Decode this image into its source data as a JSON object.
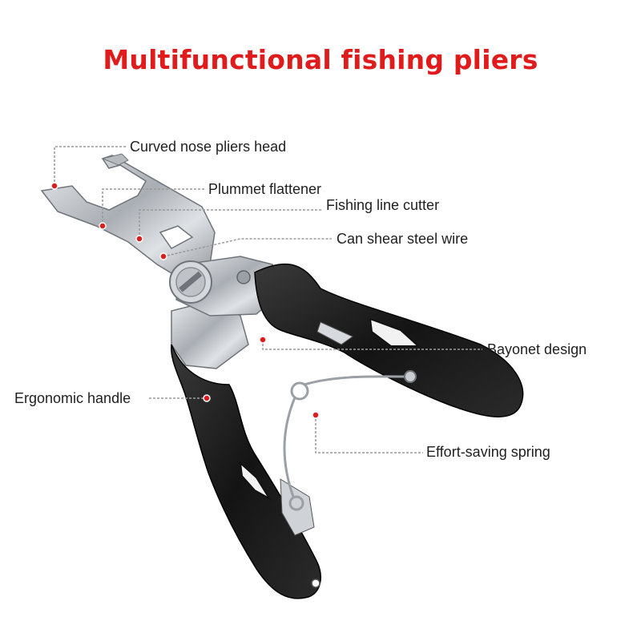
{
  "title": "Multifunctional fishing pliers",
  "labels": {
    "curved_nose": "Curved nose pliers head",
    "plummet": "Plummet flattener",
    "line_cutter": "Fishing line cutter",
    "steel_wire": "Can shear steel wire",
    "bayonet": "Bayonet design",
    "ergonomic": "Ergonomic handle",
    "spring": "Effort-saving spring"
  },
  "colors": {
    "title": "#e01b1b",
    "marker": "#e01b1b",
    "leader_line": "#9a9a9a",
    "handle": "#1c1c1c",
    "steel": "#c9ccd0"
  }
}
